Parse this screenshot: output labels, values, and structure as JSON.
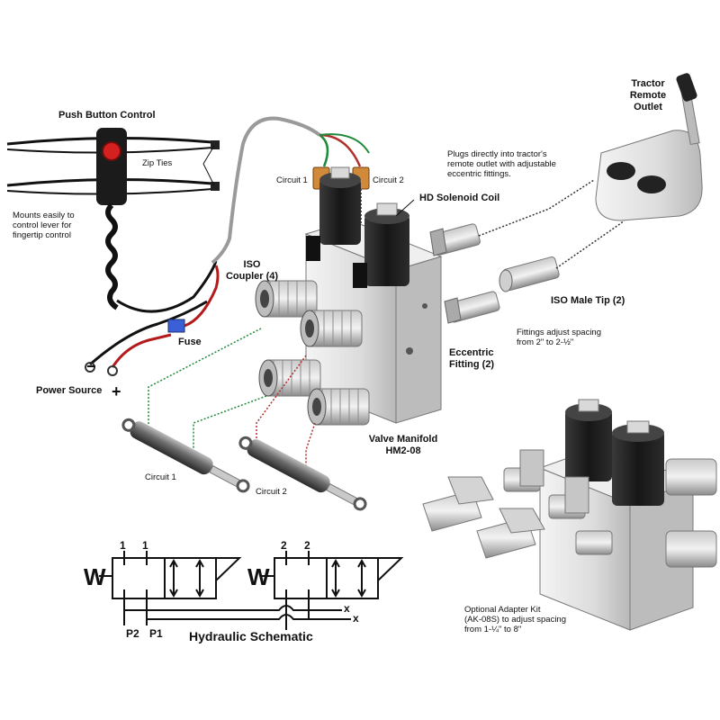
{
  "labels": {
    "push_button_control": "Push Button Control",
    "zip_ties": "Zip Ties",
    "mounts_line1": "Mounts easily to",
    "mounts_line2": "control lever for",
    "mounts_line3": "fingertip control",
    "iso_coupler_line1": "ISO",
    "iso_coupler_line2": "Coupler (4)",
    "fuse": "Fuse",
    "power_source": "Power Source",
    "minus": "−",
    "plus": "+",
    "circuit1_top": "Circuit 1",
    "circuit2_top": "Circuit 2",
    "hd_solenoid_coil": "HD Solenoid Coil",
    "plugs_line1": "Plugs directly into tractor's",
    "plugs_line2": "remote outlet with adjustable",
    "plugs_line3": "eccentric fittings.",
    "tractor_line1": "Tractor",
    "tractor_line2": "Remote",
    "tractor_line3": "Outlet",
    "iso_male_tip": "ISO Male Tip (2)",
    "fittings_line1": "Fittings adjust spacing",
    "fittings_line2": "from 2\" to 2-½\"",
    "eccentric_line1": "Eccentric",
    "eccentric_line2": "Fitting (2)",
    "valve_line1": "Valve Manifold",
    "valve_line2": "HM2-08",
    "circuit1_bottom": "Circuit 1",
    "circuit2_bottom": "Circuit 2",
    "adapter_line1": "Optional Adapter Kit",
    "adapter_line2": "(AK-08S) to adjust spacing",
    "adapter_line3": "from 1-¼\" to 8\""
  },
  "schematic": {
    "title": "Hydraulic Schematic",
    "w1": "W",
    "w2": "W",
    "port1a": "1",
    "port1b": "1",
    "port2a": "2",
    "port2b": "2",
    "p2": "P2",
    "p1": "P1",
    "x1": "x",
    "x2": "x"
  },
  "colors": {
    "circuit1_wire": "#1f8a3a",
    "circuit2_wire": "#b0302c",
    "power_red": "#cc1f1f",
    "fuse_blue": "#3a5fd6",
    "metal_light": "#e4e4e4",
    "metal_dark": "#8e8e8e",
    "coil_black": "#1b1b1b"
  }
}
